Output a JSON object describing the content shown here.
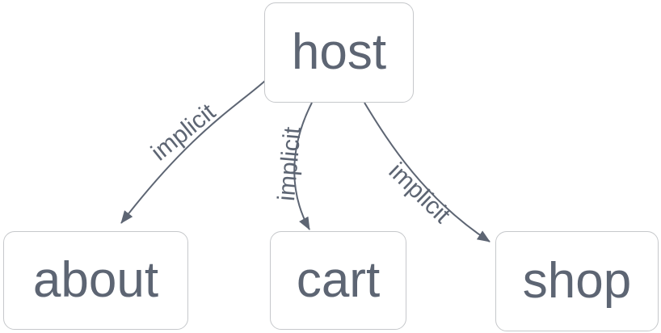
{
  "diagram": {
    "nodes": [
      {
        "id": "host",
        "label": "host"
      },
      {
        "id": "about",
        "label": "about"
      },
      {
        "id": "cart",
        "label": "cart"
      },
      {
        "id": "shop",
        "label": "shop"
      }
    ],
    "edges": [
      {
        "from": "host",
        "to": "about",
        "label": "implicit"
      },
      {
        "from": "host",
        "to": "cart",
        "label": "implicit"
      },
      {
        "from": "host",
        "to": "shop",
        "label": "implicit"
      }
    ],
    "colors": {
      "node_fill": "#ffffff",
      "node_border": "#c6c8cb",
      "node_text": "#5d6573",
      "edge_stroke": "#5d6573",
      "edge_label_text": "#5d6573"
    }
  }
}
